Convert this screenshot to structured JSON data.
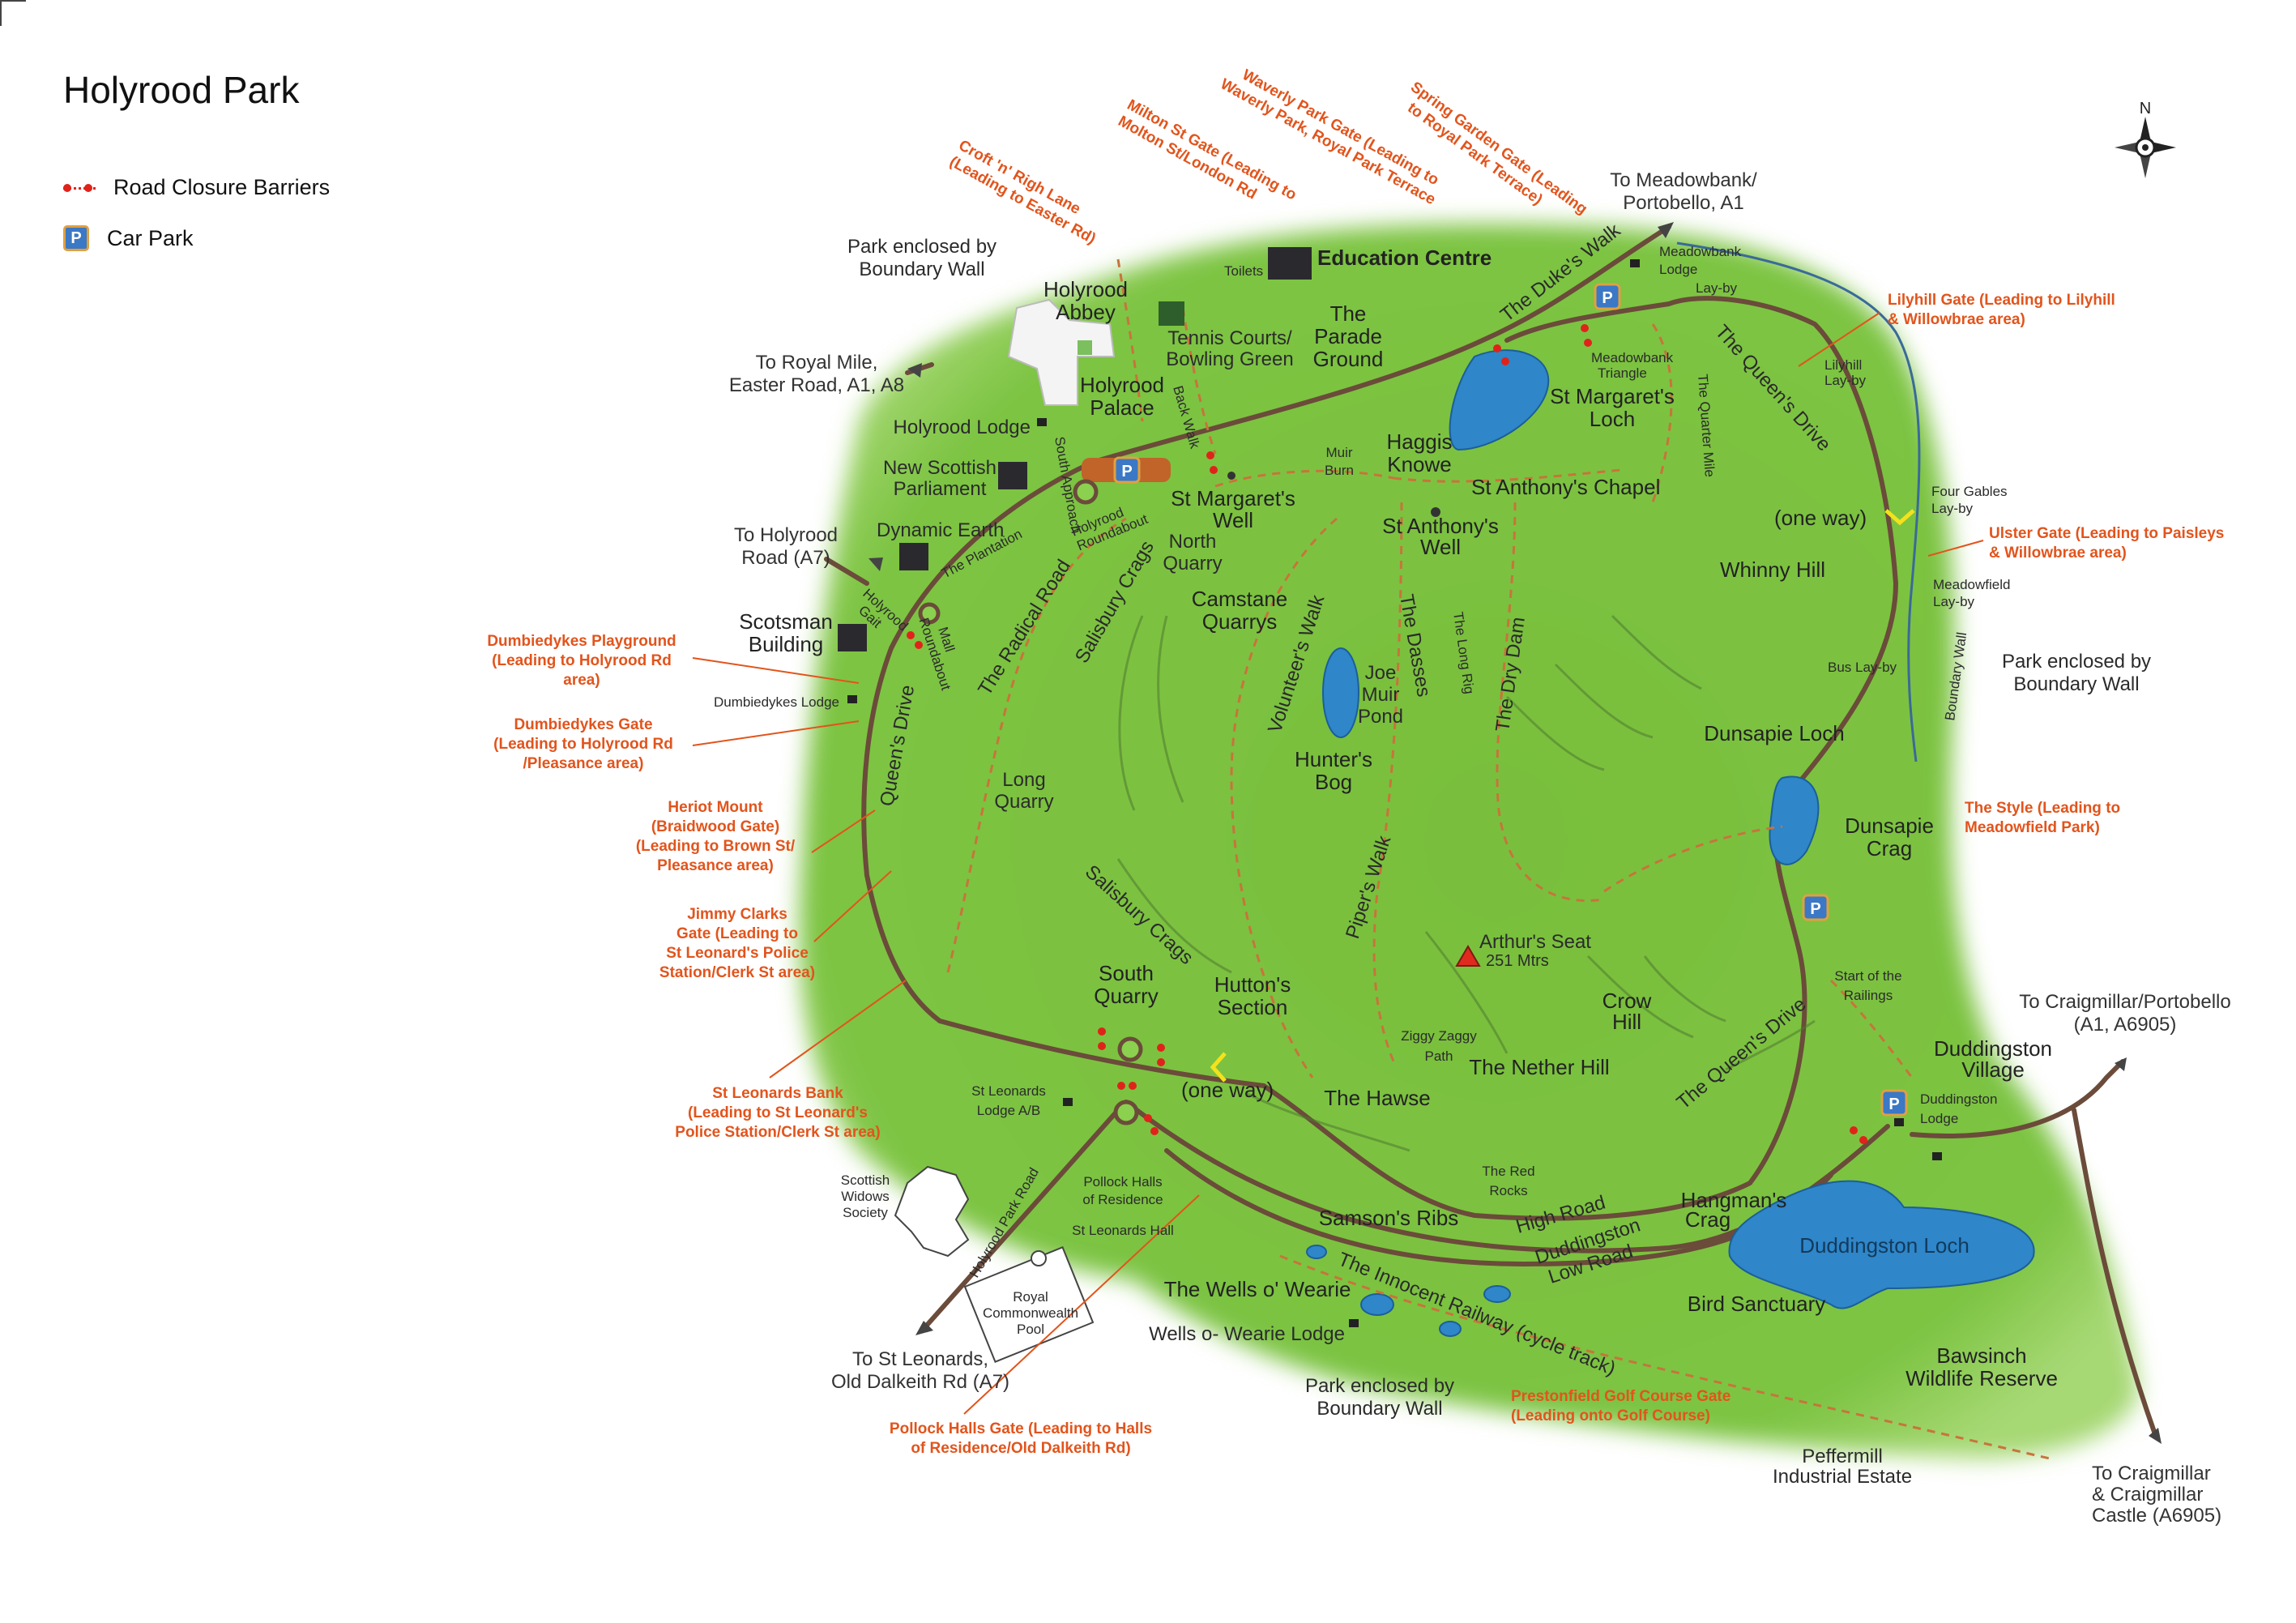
{
  "title": "Holyrood Park",
  "legend": {
    "barriers": "Road Closure Barriers",
    "car_park": "Car Park"
  },
  "colors": {
    "park_green": "#7cc23f",
    "road": "#6b4b3a",
    "water": "#2f86c9",
    "gate_text": "#e2541c",
    "barrier": "#e0231a",
    "path": "#c8743b"
  },
  "compass": {
    "north": "N"
  },
  "gates": {
    "milton": [
      "Milton St Gate (Leading to",
      "Molton St/London Rd"
    ],
    "croft": [
      "Croft 'n' Righ Lane",
      "(Leading to Easter Rd)"
    ],
    "waverly": [
      "Waverly Park Gate (Leading to",
      "Waverly Park, Royal Park Terrace"
    ],
    "spring": [
      "Spring Garden Gate (Leading",
      "to Royal Park Terrace)"
    ],
    "lilyhill": [
      "Lilyhill Gate (Leading to Lilyhill",
      "& Willowbrae area)"
    ],
    "ulster": [
      "Ulster Gate (Leading to Paisleys",
      "& Willowbrae area)"
    ],
    "style": [
      "The Style (Leading to",
      "Meadowfield Park)"
    ],
    "dumb_play": [
      "Dumbiedykes Playground",
      "(Leading to Holyrood Rd",
      "area)"
    ],
    "dumb_gate": [
      "Dumbiedykes Gate",
      "(Leading to Holyrood Rd",
      "/Pleasance area)"
    ],
    "heriot": [
      "Heriot Mount",
      "(Braidwood Gate)",
      "(Leading to Brown St/",
      "Pleasance area)"
    ],
    "jimmy": [
      "Jimmy Clarks",
      "Gate (Leading to",
      "St Leonard's Police",
      "Station/Clerk St area)"
    ],
    "stleonards": [
      "St Leonards Bank",
      "(Leading to St Leonard's",
      "Police Station/Clerk St area)"
    ],
    "pollock": [
      "Pollock Halls Gate (Leading to Halls",
      "of Residence/Old Dalkeith Rd)"
    ],
    "prestonfield": [
      "Prestonfield Golf Course Gate",
      "(Leading onto Golf Course)"
    ]
  },
  "external": {
    "meadowbank": [
      "To Meadowbank/",
      "Portobello, A1"
    ],
    "royal_mile": [
      "To Royal Mile,",
      "Easter Road, A1, A8"
    ],
    "holyrood_road": [
      "To Holyrood",
      "Road (A7)"
    ],
    "craigmillar_porto": [
      "To Craigmillar/Portobello",
      "(A1, A6905)"
    ],
    "st_leonards": [
      "To St Leonards,",
      "Old Dalkeith Rd (A7)"
    ],
    "craigmillar_castle": [
      "To Craigmillar",
      "& Craigmillar",
      "Castle (A6905)"
    ]
  },
  "boundary": {
    "nw": [
      "Park enclosed by",
      "Boundary Wall"
    ],
    "east": [
      "Park enclosed by",
      "Boundary Wall"
    ],
    "south": [
      "Park enclosed by",
      "Boundary Wall"
    ]
  },
  "places": {
    "education_centre": "Education Centre",
    "toilets": "Toilets",
    "holyrood_abbey": [
      "Holyrood",
      "Abbey"
    ],
    "holyrood_palace": [
      "Holyrood",
      "Palace"
    ],
    "tennis": [
      "Tennis Courts/",
      "Bowling Green"
    ],
    "parade_ground": [
      "The",
      "Parade",
      "Ground"
    ],
    "holyrood_lodge": "Holyrood Lodge",
    "parliament": [
      "New Scottish",
      "Parliament"
    ],
    "dynamic_earth": "Dynamic Earth",
    "scotsman": [
      "Scotsman",
      "Building"
    ],
    "dumbiedykes_lodge": "Dumbiedykes Lodge",
    "meadowbank_lodge": [
      "Meadowbank",
      "Lodge"
    ],
    "lay_by": "Lay-by",
    "meadowbank_triangle": [
      "Meadowbank",
      "Triangle"
    ],
    "st_margarets_loch": [
      "St Margaret's",
      "Loch"
    ],
    "lilyhill_layby": [
      "Lilyhill",
      "Lay-by"
    ],
    "four_gables": [
      "Four Gables",
      "Lay-by"
    ],
    "meadowfield_layby": [
      "Meadowfield",
      "Lay-by"
    ],
    "bus_layby": "Bus Lay-by",
    "boundary_wall": "Boundary Wall",
    "one_way_ne": "(one way)",
    "one_way_sw": "(one way)",
    "whinny_hill": "Whinny Hill",
    "dunsapie_loch": "Dunsapie Loch",
    "dunsapie_crag": [
      "Dunsapie",
      "Crag"
    ],
    "muir_burn": [
      "Muir",
      "Burn"
    ],
    "haggis_knowe": [
      "Haggis",
      "Knowe"
    ],
    "st_anthonys_chapel": "St Anthony's Chapel",
    "st_anthonys_well": [
      "St Anthony's",
      "Well"
    ],
    "st_margarets_well": [
      "St Margaret's",
      "Well"
    ],
    "north_quarry": [
      "North",
      "Quarry"
    ],
    "camstane": [
      "Camstane",
      "Quarrys"
    ],
    "joe_muir": [
      "Joe",
      "Muir",
      "Pond"
    ],
    "hunters_bog": [
      "Hunter's",
      "Bog"
    ],
    "long_quarry": [
      "Long",
      "Quarry"
    ],
    "arthurs_seat": [
      "Arthur's Seat",
      "251 Mtrs"
    ],
    "crow_hill": [
      "Crow",
      "Hill"
    ],
    "south_quarry": [
      "South",
      "Quarry"
    ],
    "huttons_section": [
      "Hutton's",
      "Section"
    ],
    "ziggy": [
      "Ziggy Zaggy",
      "Path"
    ],
    "nether_hill": "The Nether Hill",
    "hawse": "The Hawse",
    "red_rocks": [
      "The Red",
      "Rocks"
    ],
    "samsons_ribs": "Samson's Ribs",
    "hangmans_crag": [
      "Hangman's",
      "Crag"
    ],
    "duddingston_loch": "Duddingston Loch",
    "duddingston_village": [
      "Duddingston",
      "Village"
    ],
    "duddingston_lodge": [
      "Duddingston",
      "Lodge"
    ],
    "start_railings": [
      "Start of the",
      "Railings"
    ],
    "bird_sanctuary": "Bird Sanctuary",
    "bawsinch": [
      "Bawsinch",
      "Wildlife Reserve"
    ],
    "peffermill": [
      "Peffermill",
      "Industrial Estate"
    ],
    "wells_o_wearie": "The Wells o' Wearie",
    "wells_lodge": "Wells o- Wearie Lodge",
    "st_leonards_lodge": [
      "St Leonards",
      "Lodge A/B"
    ],
    "pollock_halls": [
      "Pollock Halls",
      "of Residence"
    ],
    "st_leonards_hall": "St Leonards Hall",
    "scottish_widows": [
      "Scottish",
      "Widows",
      "Society"
    ],
    "royal_commonwealth": [
      "Royal",
      "Commonwealth",
      "Pool"
    ]
  },
  "roads": {
    "dukes_walk": "The Duke's Walk",
    "queens_drive_ne": "The Queen's Drive",
    "queens_drive_w": "Queen's Drive",
    "queens_drive_se": "The Queen's Drive",
    "radical_road": "The Radical Road",
    "salisbury_crags_n": "Salisbury Crags",
    "salisbury_crags_s": "Salisbury Crags",
    "volunteers_walk": "Volunteer's Walk",
    "the_dasses": "The Dasses",
    "long_rig": "The Long Rig",
    "dry_dam": "The Dry Dam",
    "pipers_walk": "Piper's Walk",
    "quarter_mile": "The Quarter Mile",
    "back_walk": "Back Walk",
    "south_approach": "South Approach",
    "holyrood_roundabout": [
      "Holyrood",
      "Roundabout"
    ],
    "the_plantation": "The Plantation",
    "holyrood_gait": [
      "Holyrood",
      "Gait"
    ],
    "mall_roundabout": [
      "Mall",
      "Roundabout"
    ],
    "high_road": "High Road",
    "duddingston_low_road": [
      "Duddingston",
      "Low Road"
    ],
    "innocent_railway": "The Innocent Railway (cycle track)",
    "holyrood_park_road": "Holyrood Park Road"
  }
}
